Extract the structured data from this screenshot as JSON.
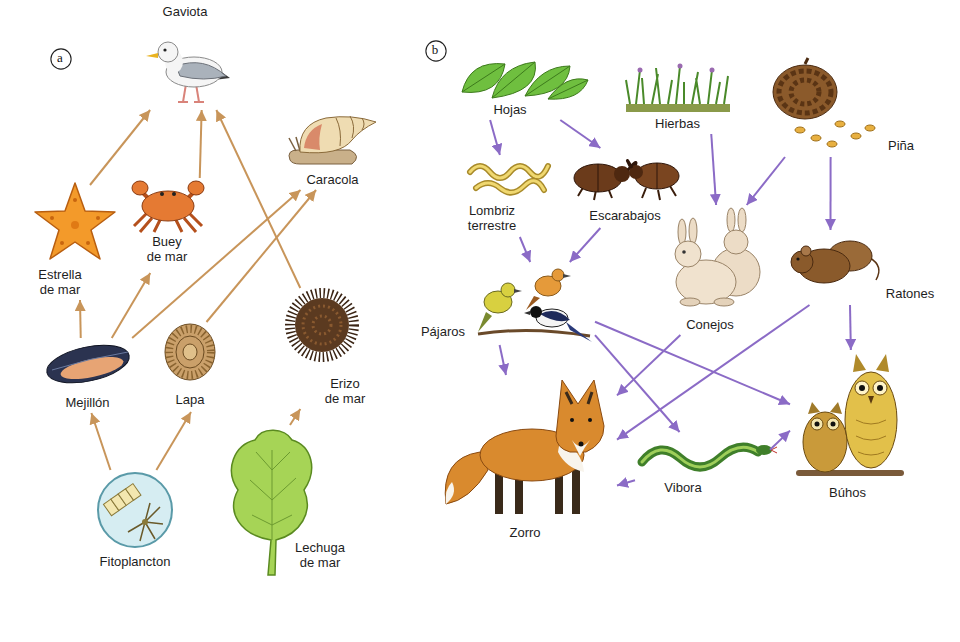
{
  "diagram": {
    "nodes": [
      {
        "text": [
          "a"
        ]
      },
      {
        "text": [
          "Gaviota"
        ]
      },
      {
        "text": [
          "Caracola"
        ]
      },
      {
        "text": [
          "Estrella de mar"
        ]
      },
      {
        "text": [
          "Buey de mar"
        ]
      },
      {
        "text": [
          "Mejillón"
        ]
      },
      {
        "text": [
          "Lapa"
        ]
      },
      {
        "text": [
          "Erizo de mar"
        ]
      },
      {
        "text": [
          "Fitoplancton"
        ]
      },
      {
        "text": [
          "Lechuga de mar"
        ]
      },
      {
        "text": [
          "b"
        ]
      },
      {
        "text": [
          "Hojas"
        ]
      },
      {
        "text": [
          "Hierbas"
        ]
      },
      {
        "text": [
          "Piña"
        ]
      },
      {
        "text": [
          "Lombriz terrestre"
        ]
      },
      {
        "text": [
          "Escarabajos"
        ]
      },
      {
        "text": [
          "Conejos"
        ]
      },
      {
        "text": [
          "Ratones"
        ]
      },
      {
        "text": [
          "Pájaros"
        ]
      },
      {
        "text": [
          "Zorro"
        ]
      },
      {
        "text": [
          "Vibora"
        ]
      },
      {
        "text": [
          "Búhos"
        ]
      }
    ],
    "edges": [
      {
        "from": 3,
        "to": 1,
        "arrow": "to"
      },
      {
        "from": 4,
        "to": 1,
        "arrow": "to"
      },
      {
        "from": 7,
        "to": 1,
        "arrow": "to"
      },
      {
        "from": 5,
        "to": 3,
        "arrow": "to"
      },
      {
        "from": 5,
        "to": 4,
        "arrow": "to"
      },
      {
        "from": 5,
        "to": 2,
        "arrow": "to"
      },
      {
        "from": 6,
        "to": 2,
        "arrow": "to"
      },
      {
        "from": 8,
        "to": 5,
        "arrow": "to"
      },
      {
        "from": 8,
        "to": 6,
        "arrow": "to"
      },
      {
        "from": 9,
        "to": 7,
        "arrow": "to"
      },
      {
        "from": 11,
        "to": 14,
        "arrow": "to"
      },
      {
        "from": 11,
        "to": 15,
        "arrow": "to"
      },
      {
        "from": 12,
        "to": 16,
        "arrow": "to"
      },
      {
        "from": 13,
        "to": 16,
        "arrow": "to"
      },
      {
        "from": 13,
        "to": 17,
        "arrow": "to"
      },
      {
        "from": 14,
        "to": 18,
        "arrow": "to"
      },
      {
        "from": 15,
        "to": 18,
        "arrow": "to"
      },
      {
        "from": 18,
        "to": 19,
        "arrow": "to"
      },
      {
        "from": 18,
        "to": 20,
        "arrow": "to"
      },
      {
        "from": 18,
        "to": 21,
        "arrow": "to"
      },
      {
        "from": 16,
        "to": 19,
        "arrow": "to"
      },
      {
        "from": 17,
        "to": 19,
        "arrow": "to"
      },
      {
        "from": 17,
        "to": 21,
        "arrow": "to"
      },
      {
        "from": 20,
        "to": 19,
        "arrow": "to"
      },
      {
        "from": 20,
        "to": 21,
        "arrow": "to"
      }
    ]
  }
}
